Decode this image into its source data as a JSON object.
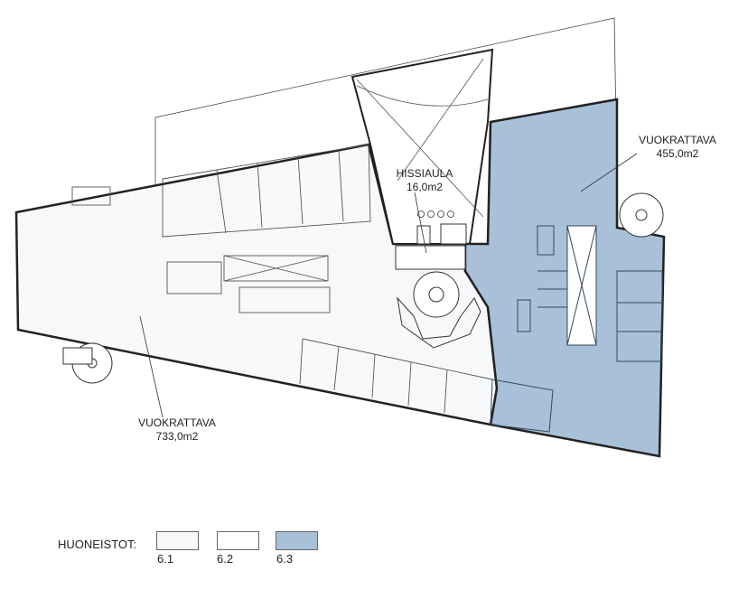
{
  "plan": {
    "areas": [
      {
        "name": "VUOKRATTAVA",
        "area": "455,0m2",
        "apartment": "6.3"
      },
      {
        "name": "HISSIAULA",
        "area": "16,0m2"
      },
      {
        "name": "VUOKRATTAVA",
        "area": "733,0m2",
        "apartment": "6.1"
      }
    ]
  },
  "legend": {
    "title": "HUONEISTOT:",
    "items": [
      {
        "label": "6.1",
        "color": "#f7f8fa"
      },
      {
        "label": "6.2",
        "color": "#ffffff"
      },
      {
        "label": "6.3",
        "color": "#a8c1d8"
      }
    ]
  },
  "colors": {
    "line": "#333333",
    "rental_blue": "#a8c1d8"
  }
}
